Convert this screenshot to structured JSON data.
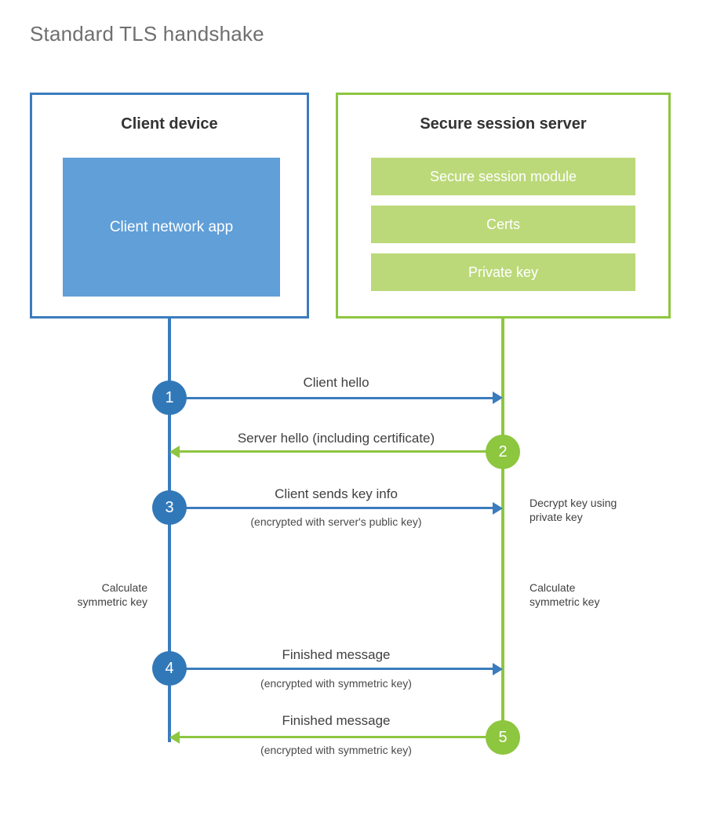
{
  "title": "Standard TLS handshake",
  "colors": {
    "client_border": "#3b7cbd",
    "client_fill": "#619fd8",
    "server_border": "#8dc63f",
    "server_fill": "#bcd97a",
    "badge_blue": "#3178b8",
    "badge_green": "#8dc63f",
    "title_gray": "#6f6f6f",
    "text_gray": "#404040"
  },
  "client": {
    "title": "Client device",
    "app_label": "Client network app"
  },
  "server": {
    "title": "Secure session server",
    "bars": [
      {
        "label": "Secure session module"
      },
      {
        "label": "Certs"
      },
      {
        "label": "Private key"
      }
    ]
  },
  "messages": [
    {
      "step": "1",
      "direction": "client-to-server",
      "label": "Client hello",
      "sublabel": ""
    },
    {
      "step": "2",
      "direction": "server-to-client",
      "label": "Server hello (including certificate)",
      "sublabel": ""
    },
    {
      "step": "3",
      "direction": "client-to-server",
      "label": "Client sends key info",
      "sublabel": "(encrypted with server's public key)"
    },
    {
      "step": "4",
      "direction": "client-to-server",
      "label": "Finished message",
      "sublabel": "(encrypted with symmetric key)"
    },
    {
      "step": "5",
      "direction": "server-to-client",
      "label": "Finished message",
      "sublabel": "(encrypted with symmetric key)"
    }
  ],
  "annotations": {
    "decrypt_note": "Decrypt key using\nprivate key",
    "client_calc_note": "Calculate\nsymmetric key",
    "server_calc_note": "Calculate\nsymmetric key"
  }
}
